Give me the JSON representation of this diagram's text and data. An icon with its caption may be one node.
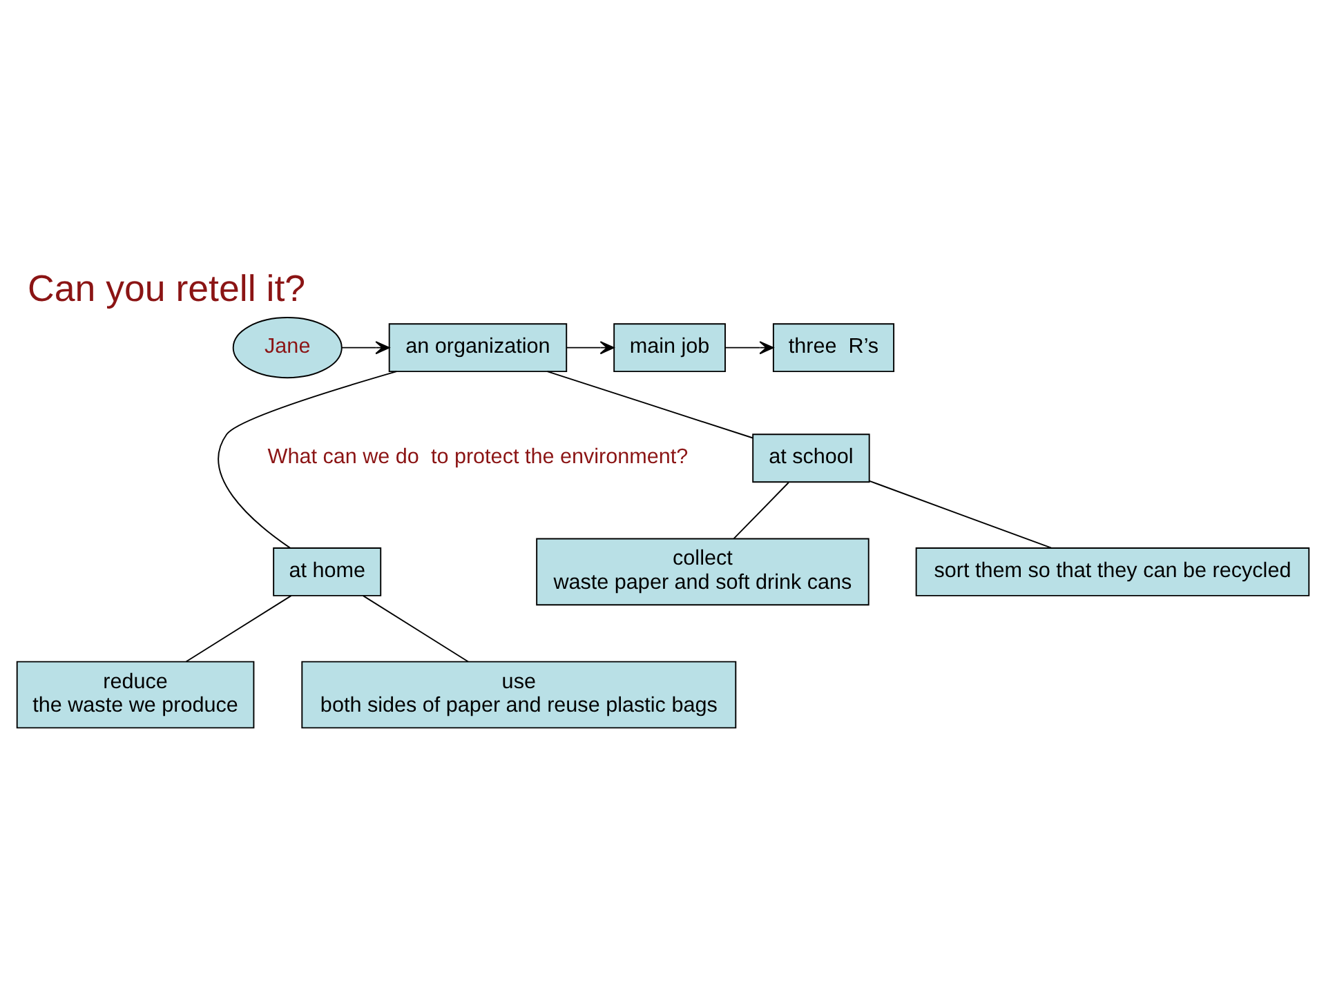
{
  "diagram": {
    "title": "Can you retell it?",
    "nodes": [
      {
        "text": [
          "Jane"
        ]
      },
      {
        "text": [
          "an organization"
        ]
      },
      {
        "text": [
          "main job"
        ]
      },
      {
        "text": [
          "three  R’s"
        ]
      },
      {
        "text": [
          "at home"
        ]
      },
      {
        "text": [
          "at school"
        ]
      },
      {
        "text": [
          "reduce",
          "the waste we produce"
        ]
      },
      {
        "text": [
          "use",
          "both sides of paper and reuse plastic bags"
        ]
      },
      {
        "text": [
          "collect",
          "waste paper and soft drink cans"
        ]
      },
      {
        "text": [
          "sort them so that they can be recycled"
        ]
      }
    ],
    "edges": [
      {
        "from": 0,
        "to": 1,
        "arrow": "to"
      },
      {
        "from": 1,
        "to": 2,
        "arrow": "to"
      },
      {
        "from": 2,
        "to": 3,
        "arrow": "to"
      },
      {
        "from": 1,
        "to": 4,
        "arrow": "none"
      },
      {
        "from": 1,
        "to": 5,
        "arrow": "none"
      },
      {
        "from": 4,
        "to": 6,
        "arrow": "none"
      },
      {
        "from": 4,
        "to": 7,
        "arrow": "none"
      },
      {
        "from": 5,
        "to": 8,
        "arrow": "none"
      },
      {
        "from": 5,
        "to": 9,
        "arrow": "none"
      }
    ],
    "labels": [
      "What can we do  to protect the environment?"
    ]
  }
}
